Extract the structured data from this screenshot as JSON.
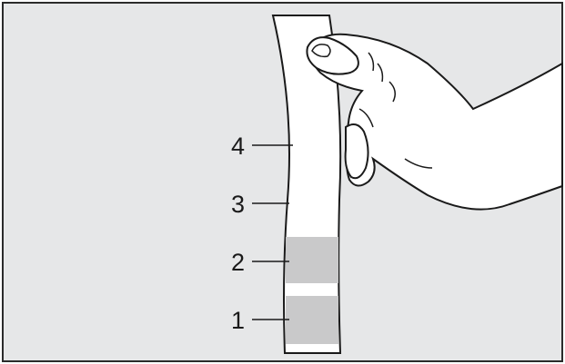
{
  "colors": {
    "background": "#e6e7e8",
    "frame": "#2b2b2b",
    "strip": "#ffffff",
    "strip_outline": "#1a1a1a",
    "pad_fill": "#c9c9ca",
    "hand_fill": "#ffffff",
    "line": "#1a1a1a"
  },
  "callouts": [
    {
      "label": "4"
    },
    {
      "label": "3"
    },
    {
      "label": "2"
    },
    {
      "label": "1"
    }
  ],
  "icons": {
    "hand": "hand-icon",
    "strip": "test-strip-icon"
  }
}
